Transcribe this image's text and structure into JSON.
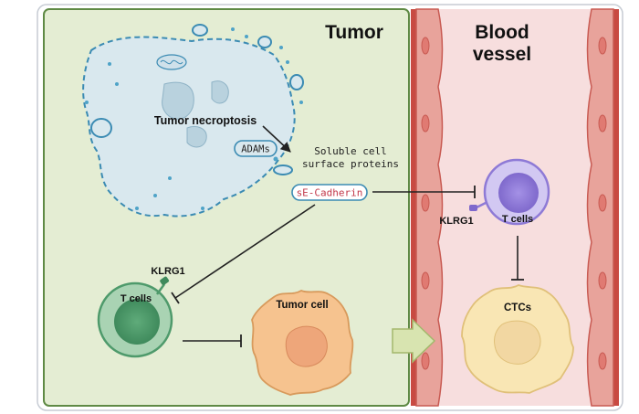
{
  "panels": {
    "tumor_title": "Tumor",
    "vessel_title_line1": "Blood",
    "vessel_title_line2": "vessel"
  },
  "labels": {
    "tumor_necroptosis": "Tumor necroptosis",
    "adams": "ADAMs",
    "soluble_line1": "Soluble cell",
    "soluble_line2": "surface proteins",
    "se_cadherin": "sE-Cadherin",
    "klrg1_tumor": "KLRG1",
    "t_cells_tumor": "T cells",
    "tumor_cell": "Tumor cell",
    "klrg1_vessel": "KLRG1",
    "t_cells_vessel": "T cells",
    "ctcs": "CTCs"
  },
  "colors": {
    "tumor_panel_fill": "#e4edd3",
    "tumor_panel_stroke": "#5f8a45",
    "vessel_fill": "#f7dede",
    "vessel_wall": "#d9675c",
    "necrotic_cell_fill": "#d9e8ee",
    "necrotic_cell_stroke": "#3b8bb3",
    "t_cell_green": "#4e9a6b",
    "t_cell_purple": "#8e7ad6",
    "tumor_cell_fill": "#f6c38f",
    "ctc_fill": "#f9e6b4",
    "se_cadherin_text": "#c2384a"
  }
}
